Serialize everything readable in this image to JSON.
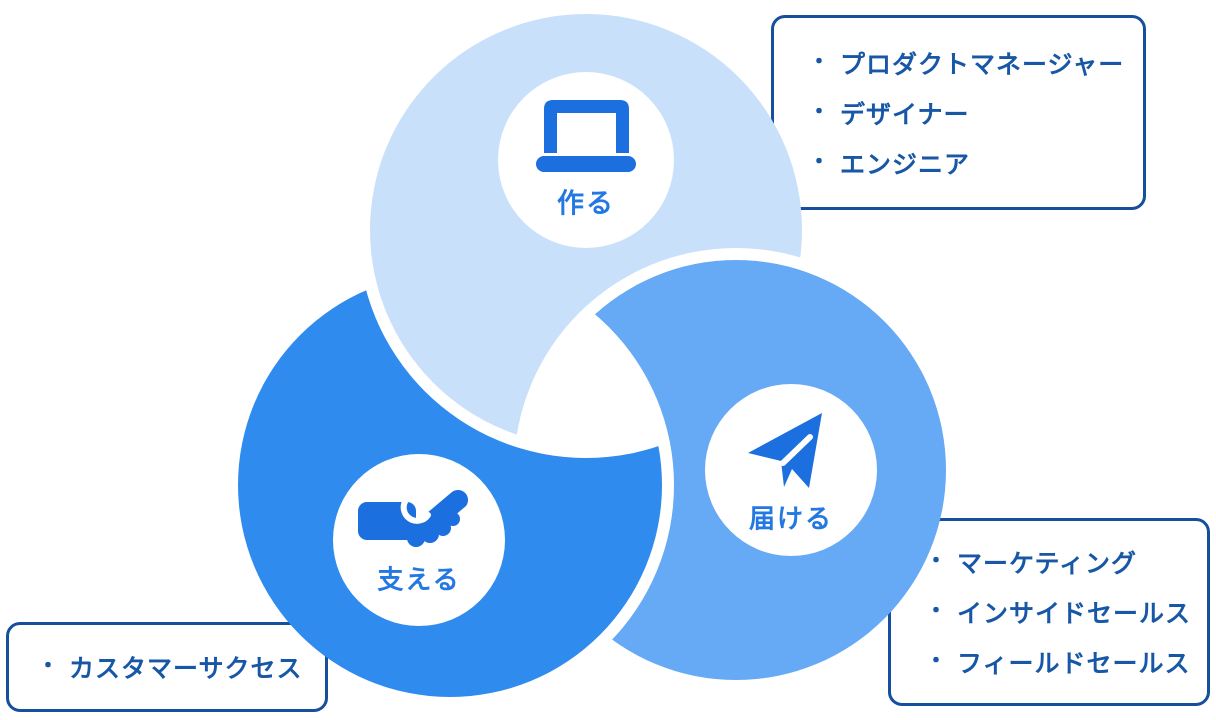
{
  "diagram": {
    "title": "",
    "circles": [
      {
        "id": "create",
        "label": "作る",
        "icon": "laptop-icon",
        "fill": "#c9e0fb"
      },
      {
        "id": "deliver",
        "label": "届ける",
        "icon": "paper-plane-icon",
        "fill": "#66a9f4"
      },
      {
        "id": "support",
        "label": "支える",
        "icon": "handshake-icon",
        "fill": "#2f8bee"
      }
    ],
    "callouts": [
      {
        "id": "create-roles",
        "bullet": "・",
        "items": [
          "プロダクトマネージャー",
          "デザイナー",
          "エンジニア"
        ]
      },
      {
        "id": "deliver-roles",
        "bullet": "・",
        "items": [
          "マーケティング",
          "インサイドセールス",
          "フィールドセールス"
        ]
      },
      {
        "id": "support-roles",
        "bullet": "・",
        "items": [
          "カスタマーサクセス"
        ]
      }
    ],
    "colors": {
      "background": "#ffffff",
      "circle_light": "#c9e0fb",
      "circle_medium": "#66a9f4",
      "circle_dark": "#2f8bee",
      "icon_blue": "#1c6fde",
      "label_blue": "#2478e2",
      "box_border": "#164f9c",
      "box_text": "#1757a6"
    }
  }
}
